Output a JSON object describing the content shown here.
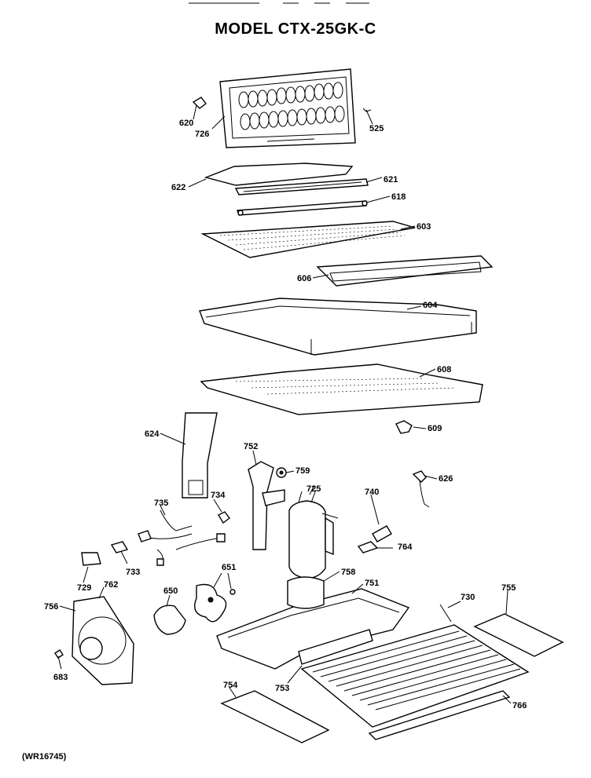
{
  "title": "MODEL CTX-25GK-C",
  "reference": "(WR16745)",
  "parts": [
    "620",
    "726",
    "525",
    "622",
    "621",
    "618",
    "603",
    "606",
    "604",
    "608",
    "609",
    "624",
    "752",
    "759",
    "725",
    "740",
    "626",
    "735",
    "734",
    "764",
    "733",
    "729",
    "762",
    "756",
    "651",
    "650",
    "758",
    "751",
    "730",
    "755",
    "683",
    "753",
    "754",
    "766"
  ]
}
